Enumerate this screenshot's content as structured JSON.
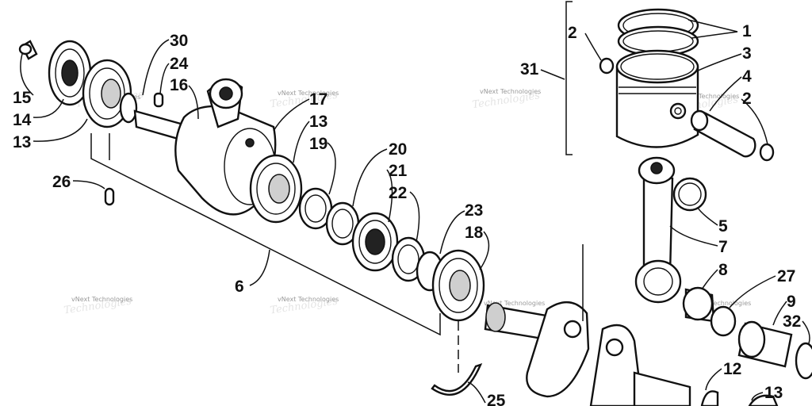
{
  "diagram": {
    "watermark": "vNext Technologies",
    "callouts": [
      {
        "id": "c30",
        "text": "30"
      },
      {
        "id": "c24",
        "text": "24"
      },
      {
        "id": "c16",
        "text": "16"
      },
      {
        "id": "c17",
        "text": "17"
      },
      {
        "id": "c15",
        "text": "15"
      },
      {
        "id": "c14",
        "text": "14"
      },
      {
        "id": "c13a",
        "text": "13"
      },
      {
        "id": "c13b",
        "text": "13"
      },
      {
        "id": "c19",
        "text": "19"
      },
      {
        "id": "c20",
        "text": "20"
      },
      {
        "id": "c21",
        "text": "21"
      },
      {
        "id": "c22",
        "text": "22"
      },
      {
        "id": "c23",
        "text": "23"
      },
      {
        "id": "c18",
        "text": "18"
      },
      {
        "id": "c26",
        "text": "26"
      },
      {
        "id": "c6",
        "text": "6"
      },
      {
        "id": "c25",
        "text": "25"
      },
      {
        "id": "c2a",
        "text": "2"
      },
      {
        "id": "c1",
        "text": "1"
      },
      {
        "id": "c3",
        "text": "3"
      },
      {
        "id": "c31",
        "text": "31"
      },
      {
        "id": "c4",
        "text": "4"
      },
      {
        "id": "c2b",
        "text": "2"
      },
      {
        "id": "c5",
        "text": "5"
      },
      {
        "id": "c7",
        "text": "7"
      },
      {
        "id": "c8",
        "text": "8"
      },
      {
        "id": "c27",
        "text": "27"
      },
      {
        "id": "c9",
        "text": "9"
      },
      {
        "id": "c32",
        "text": "32"
      },
      {
        "id": "c12",
        "text": "12"
      },
      {
        "id": "c13c",
        "text": "13"
      }
    ]
  }
}
